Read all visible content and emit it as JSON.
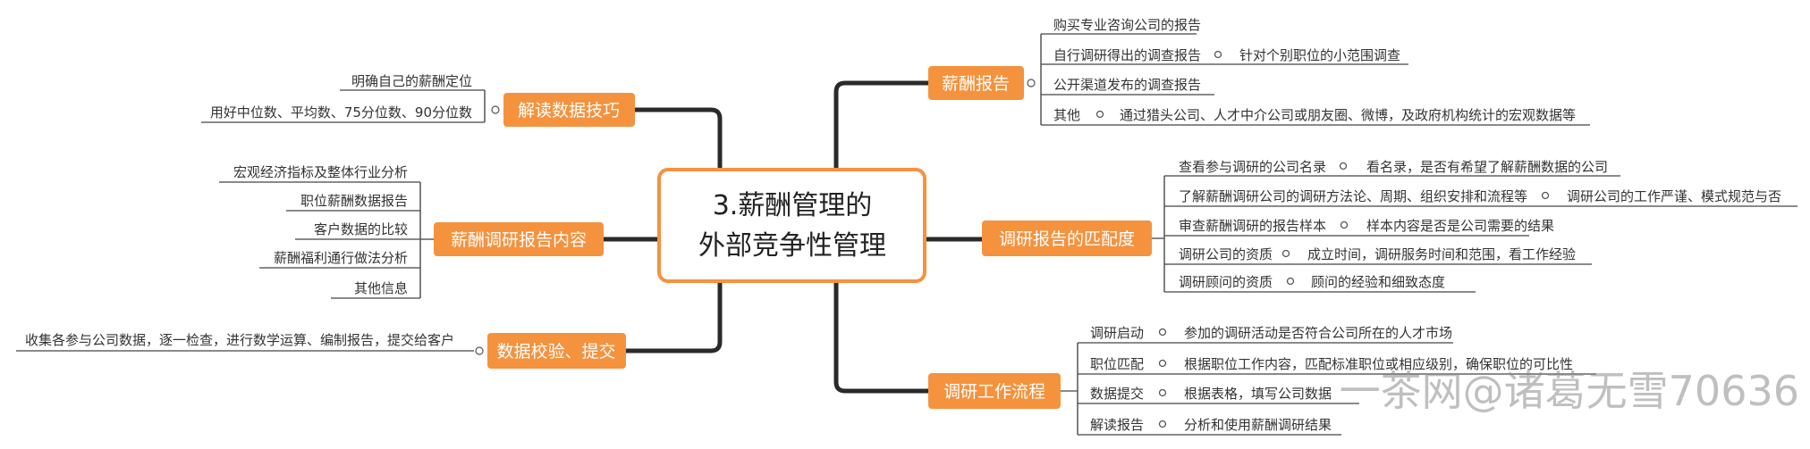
{
  "center": {
    "line1": "3.薪酬管理的",
    "line2": "外部竞争性管理"
  },
  "branches": {
    "report": {
      "label": "薪酬报告",
      "items": [
        {
          "text": "购买专业咨询公司的报告"
        },
        {
          "text": "自行调研得出的调查报告",
          "detail": "针对个别职位的小范围调查"
        },
        {
          "text": "公开渠道发布的调查报告"
        },
        {
          "text": "其他",
          "detail": "通过猎头公司、人才中介公司或朋友圈、微博，及政府机构统计的宏观数据等"
        }
      ]
    },
    "match": {
      "label": "调研报告的匹配度",
      "items": [
        {
          "text": "查看参与调研的公司名录",
          "detail": "看名录，是否有希望了解薪酬数据的公司"
        },
        {
          "text": "了解薪酬调研公司的调研方法论、周期、组织安排和流程等",
          "detail": "调研公司的工作严谨、模式规范与否"
        },
        {
          "text": "审查薪酬调研的报告样本",
          "detail": "样本内容是否是公司需要的结果"
        },
        {
          "text": "调研公司的资质",
          "detail": "成立时间，调研服务时间和范围，看工作经验"
        },
        {
          "text": "调研顾问的资质",
          "detail": "顾问的经验和细致态度"
        }
      ]
    },
    "process": {
      "label": "调研工作流程",
      "items": [
        {
          "text": "调研启动",
          "detail": "参加的调研活动是否符合公司所在的人才市场"
        },
        {
          "text": "职位匹配",
          "detail": "根据职位工作内容，匹配标准职位或相应级别，确保职位的可比性"
        },
        {
          "text": "数据提交",
          "detail": "根据表格，填写公司数据"
        },
        {
          "text": "解读报告",
          "detail": "分析和使用薪酬调研结果"
        }
      ]
    },
    "skills": {
      "label": "解读数据技巧",
      "items": [
        {
          "text": "明确自己的薪酬定位"
        },
        {
          "text": "用好中位数、平均数、75分位数、90分位数"
        }
      ]
    },
    "content": {
      "label": "薪酬调研报告内容",
      "items": [
        {
          "text": "宏观经济指标及整体行业分析"
        },
        {
          "text": "职位薪酬数据报告"
        },
        {
          "text": "客户数据的比较"
        },
        {
          "text": "薪酬福利通行做法分析"
        },
        {
          "text": "其他信息"
        }
      ]
    },
    "verify": {
      "label": "数据校验、提交",
      "items": [
        {
          "text": "收集各参与公司数据，逐一检查，进行数学运算、编制报告，提交给客户"
        }
      ]
    }
  },
  "watermark": "一茶网@诸葛无雪70636",
  "colors": {
    "branch": "#F5923E",
    "center_border": "#F5923E",
    "trunk": "#2a2a2a"
  }
}
